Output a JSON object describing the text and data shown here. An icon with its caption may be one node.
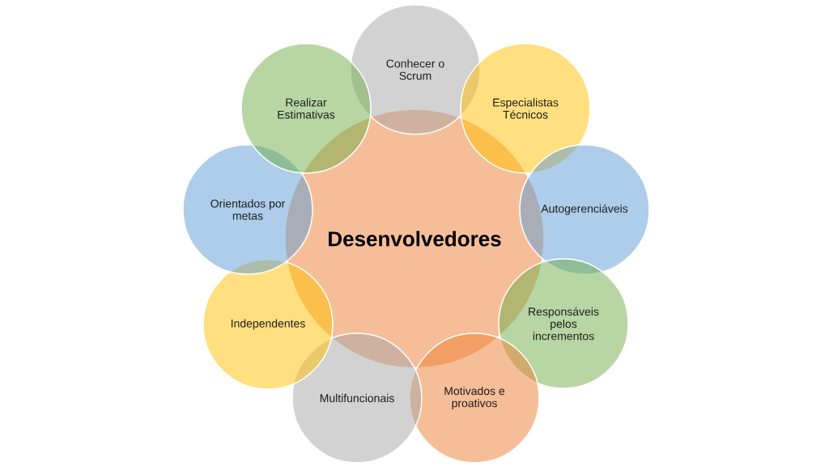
{
  "diagram": {
    "nodes": [
      {
        "text": [
          "Desenvolvedores"
        ]
      },
      {
        "text": [
          "Conhecer o Scrum"
        ]
      },
      {
        "text": [
          "Especialistas Técnicos"
        ]
      },
      {
        "text": [
          "Autogerenciáveis"
        ]
      },
      {
        "text": [
          "Responsáveis pelos incrementos"
        ]
      },
      {
        "text": [
          "Motivados e proativos"
        ]
      },
      {
        "text": [
          "Multifuncionais"
        ]
      },
      {
        "text": [
          "Independentes"
        ]
      },
      {
        "text": [
          "Orientados por metas"
        ]
      },
      {
        "text": [
          "Realizar Estimativas"
        ]
      }
    ]
  }
}
